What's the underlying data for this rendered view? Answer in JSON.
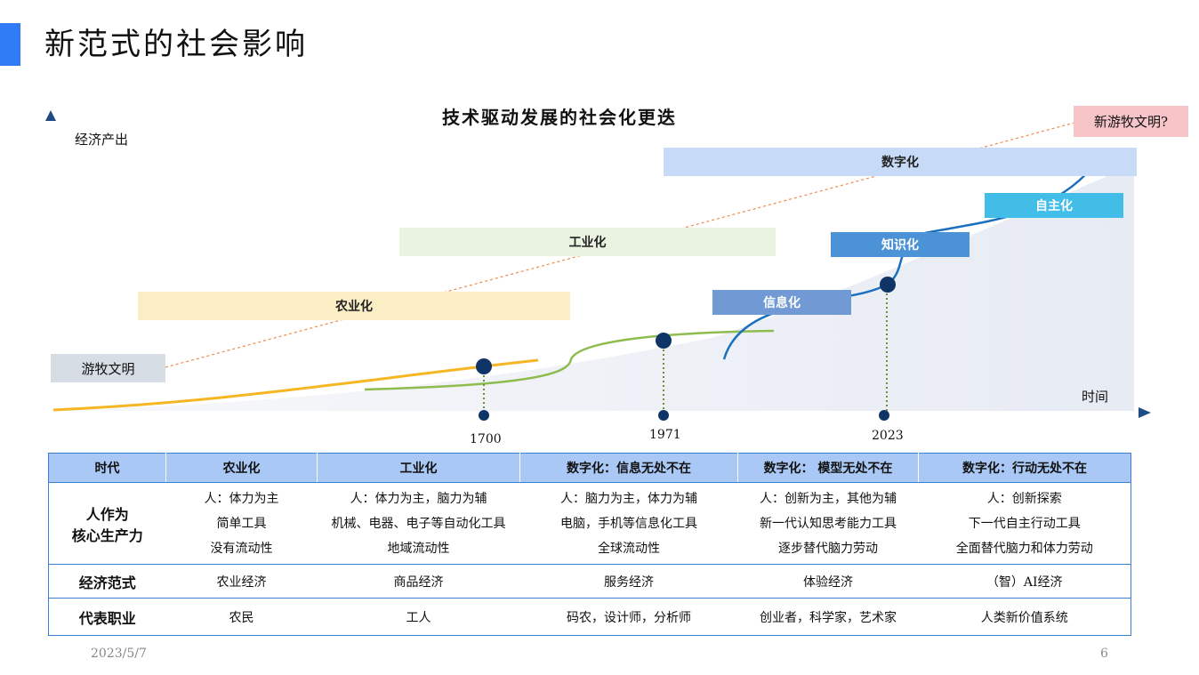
{
  "page": {
    "title": "新范式的社会影响"
  },
  "diagram": {
    "title": "技术驱动发展的社会化更迭",
    "y_axis_label": "经济产出",
    "x_axis_label": "时间",
    "start_label": "游牧文明",
    "end_label": "新游牧文明?",
    "bands": {
      "agri": "农业化",
      "industry": "工业化",
      "digital": "数字化",
      "info": "信息化",
      "knowledge": "知识化",
      "autonomy": "自主化"
    },
    "years": [
      "1700",
      "1971",
      "2023"
    ],
    "colors": {
      "agri_band": "#fbeec4",
      "industry_band": "#eaf3df",
      "digital_band": "#c7daf7",
      "info_band": "#7199d4",
      "knowledge_band": "#4c92d6",
      "autonomy_band": "#41bde7",
      "agri_curve": "#f5b622",
      "industry_curve": "#8fbc4e",
      "digital_curve": "#1c6fbe",
      "milestone": "#0e3566"
    }
  },
  "table": {
    "headers": [
      "时代",
      "农业化",
      "工业化",
      "数字化：信息无处不在",
      "数字化： 模型无处不在",
      "数字化：行动无处不在"
    ],
    "productivity": {
      "label_line1": "人作为",
      "label_line2": "核心生产力",
      "cells": [
        [
          "人：体力为主",
          "简单工具",
          "没有流动性"
        ],
        [
          "人：体力为主，脑力为辅",
          "机械、电器、电子等自动化工具",
          "地域流动性"
        ],
        [
          "人：脑力为主，体力为辅",
          "电脑，手机等信息化工具",
          "全球流动性"
        ],
        [
          "人：创新为主，其他为辅",
          "新一代认知思考能力工具",
          "逐步替代脑力劳动"
        ],
        [
          "人：创新探索",
          "下一代自主行动工具",
          "全面替代脑力和体力劳动"
        ]
      ]
    },
    "economy": {
      "label": "经济范式",
      "cells": [
        "农业经济",
        "商品经济",
        "服务经济",
        "体验经济",
        "（智）AI经济"
      ]
    },
    "occupation": {
      "label": "代表职业",
      "cells": [
        "农民",
        "工人",
        "码农，设计师，分析师",
        "创业者，科学家，艺术家",
        "人类新价值系统"
      ]
    }
  },
  "footer": {
    "date": "2023/5/7",
    "page": "6"
  }
}
